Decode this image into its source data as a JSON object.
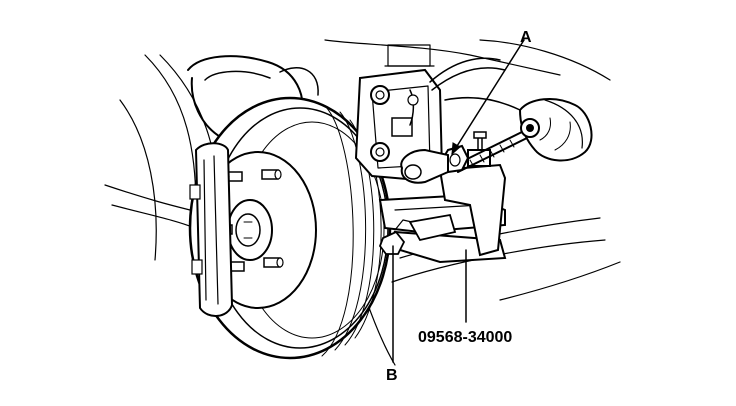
{
  "diagram": {
    "labels": {
      "a": "A",
      "b": "B",
      "tool_number": "09568-34000"
    },
    "colors": {
      "ink": "#000000",
      "paper": "#ffffff"
    }
  }
}
